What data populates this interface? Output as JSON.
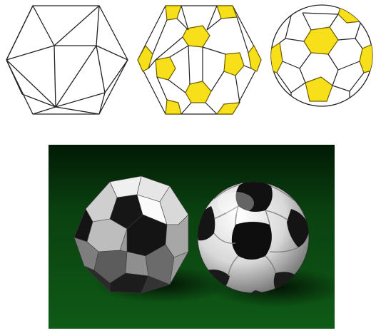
{
  "figure": {
    "panels": [
      {
        "id": "icosahedron",
        "kind": "line-drawing"
      },
      {
        "id": "truncated-icosahedron-overlay",
        "kind": "line-drawing-with-highlighted-pentagons"
      },
      {
        "id": "spherical-truncated-icosahedron",
        "kind": "line-drawing-with-highlighted-pentagons"
      },
      {
        "id": "rendered-balls",
        "kind": "shaded-render",
        "objects": [
          "faceted-polyhedral-ball",
          "smooth-soccer-ball"
        ]
      }
    ],
    "colors": {
      "background": "#ffffff",
      "edge": "#222222",
      "highlight": "#f7e01a",
      "highlight_edge": "#7a6a00",
      "floor": "#0d4d12",
      "floor_dark": "#062a09",
      "ball_white": "#f4f4f4",
      "ball_black": "#141414"
    }
  }
}
